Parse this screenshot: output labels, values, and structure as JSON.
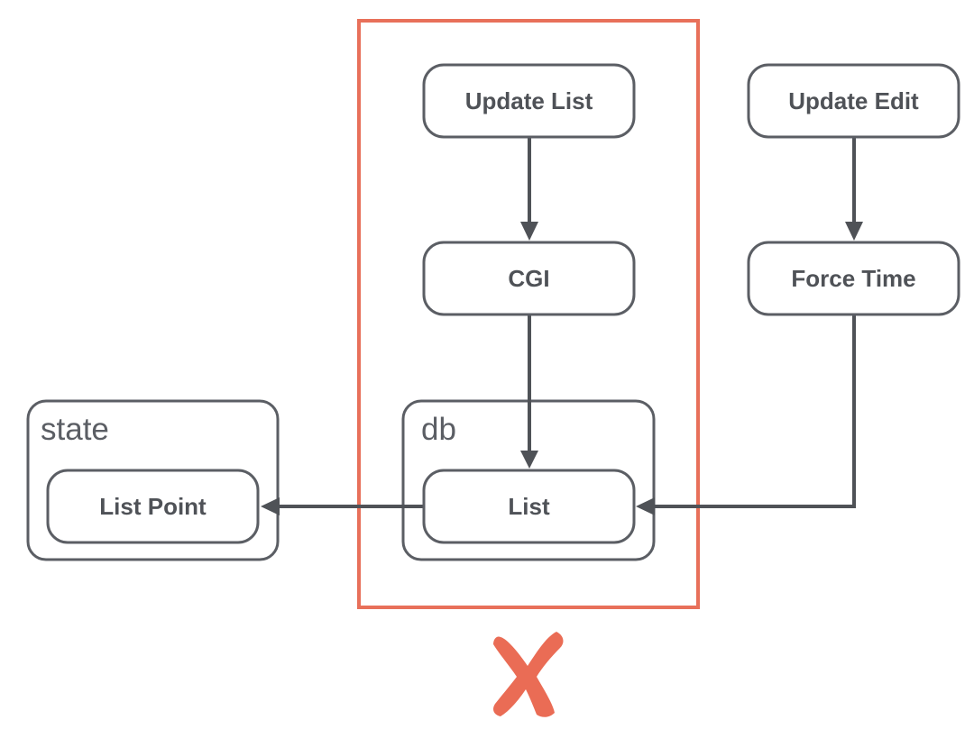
{
  "diagram": {
    "containers": {
      "state": {
        "label": "state"
      },
      "db": {
        "label": "db"
      }
    },
    "nodes": {
      "update_list": {
        "label": "Update List"
      },
      "update_edit": {
        "label": "Update Edit"
      },
      "cgi": {
        "label": "CGI"
      },
      "force_time": {
        "label": "Force Time"
      },
      "list": {
        "label": "List"
      },
      "list_point": {
        "label": "List Point"
      }
    },
    "edges": [
      {
        "from": "Update List",
        "to": "CGI"
      },
      {
        "from": "CGI",
        "to": "List"
      },
      {
        "from": "Update Edit",
        "to": "Force Time"
      },
      {
        "from": "Force Time",
        "to": "List"
      },
      {
        "from": "List",
        "to": "List Point"
      }
    ],
    "highlight": {
      "color": "#e8705a",
      "mark": "cross-icon",
      "mark_color": "#ea6c55"
    },
    "colors": {
      "stroke": "#5b5e64",
      "text": "#4f5257",
      "background": "#ffffff"
    }
  }
}
